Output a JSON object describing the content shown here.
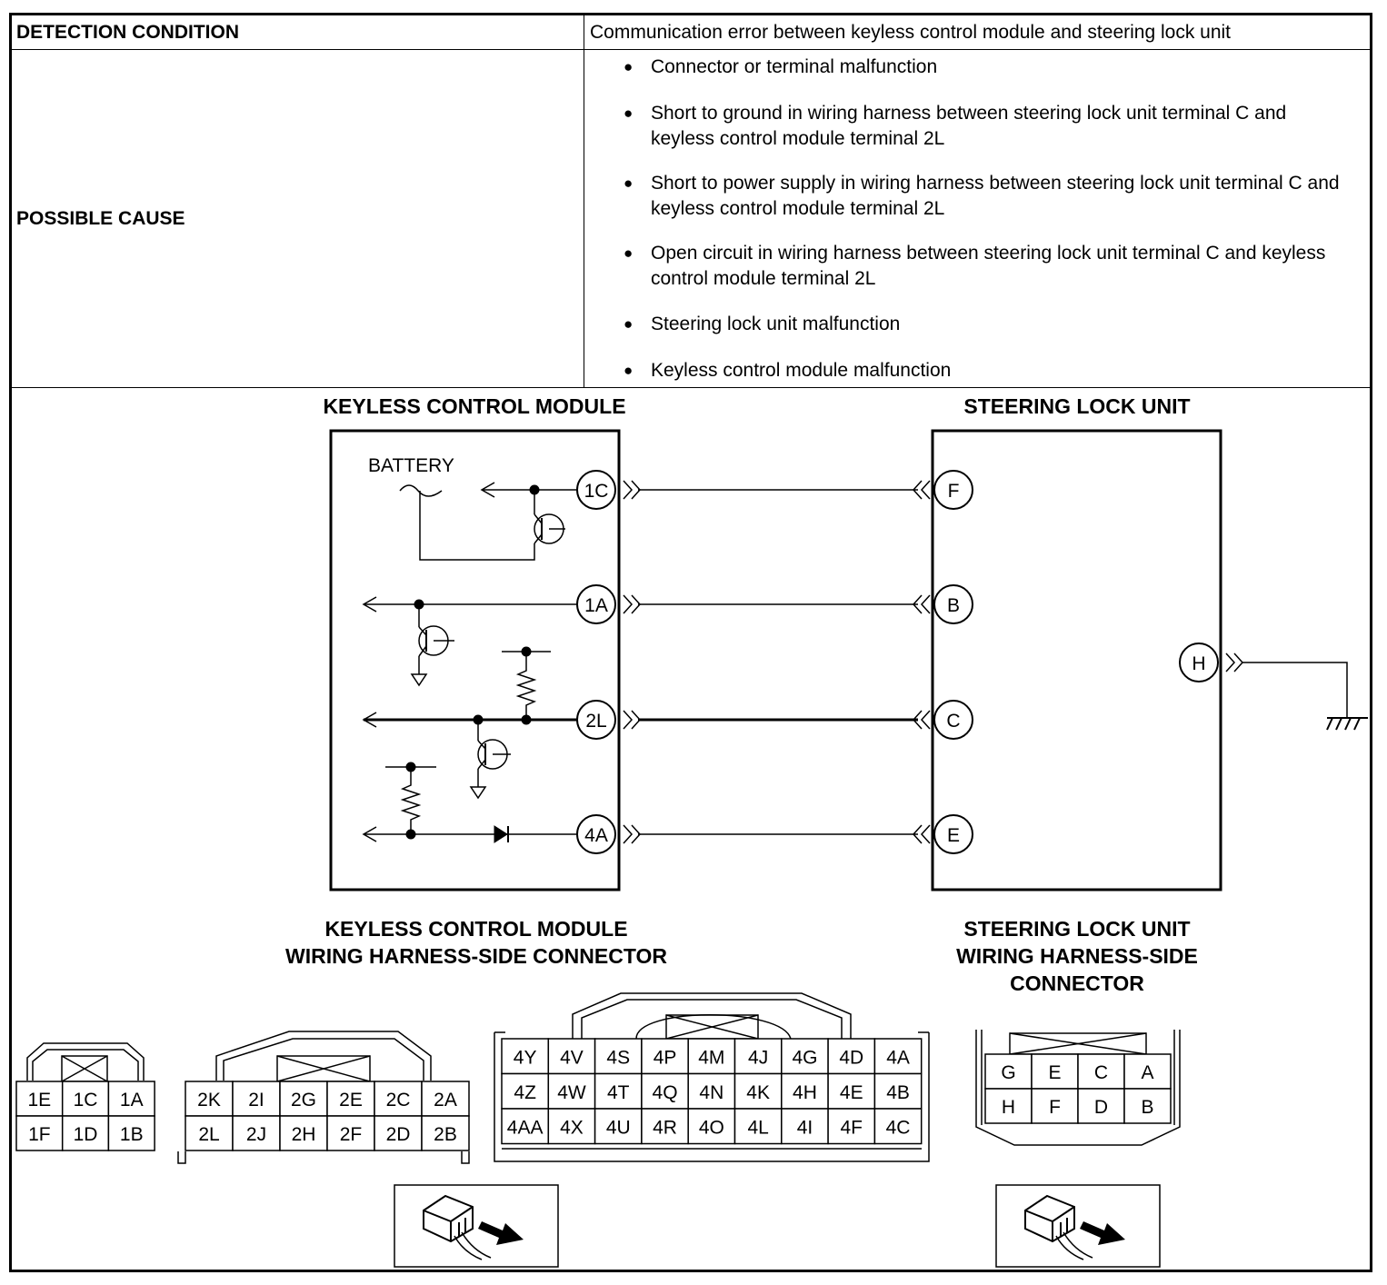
{
  "table": {
    "detection_label": "DETECTION CONDITION",
    "detection_value": "Communication error between keyless control module and steering lock unit",
    "cause_label": "POSSIBLE CAUSE",
    "causes": [
      "Connector or terminal malfunction",
      "Short to ground in wiring harness between steering lock unit terminal C and keyless control module terminal 2L",
      "Short to power supply in wiring harness between steering lock unit terminal C and keyless control module terminal 2L",
      "Open circuit in wiring harness between steering lock unit terminal C and keyless control module terminal 2L",
      "Steering lock unit malfunction",
      "Keyless control module malfunction"
    ]
  },
  "diagram": {
    "module_title": "KEYLESS CONTROL MODULE",
    "lock_title": "STEERING LOCK UNIT",
    "battery_label": "BATTERY",
    "module_pins": [
      "1C",
      "1A",
      "2L",
      "4A"
    ],
    "lock_pins": [
      "F",
      "B",
      "C",
      "E"
    ],
    "ground_pin": "H"
  },
  "connectors": {
    "module_title_line1": "KEYLESS CONTROL MODULE",
    "module_title_line2": "WIRING HARNESS-SIDE CONNECTOR",
    "lock_title_line1": "STEERING LOCK UNIT",
    "lock_title_line2": "WIRING HARNESS-SIDE",
    "lock_title_line3": "CONNECTOR",
    "conn1": [
      [
        "1E",
        "1C",
        "1A"
      ],
      [
        "1F",
        "1D",
        "1B"
      ]
    ],
    "conn2": [
      [
        "2K",
        "2I",
        "2G",
        "2E",
        "2C",
        "2A"
      ],
      [
        "2L",
        "2J",
        "2H",
        "2F",
        "2D",
        "2B"
      ]
    ],
    "conn4": [
      [
        "4Y",
        "4V",
        "4S",
        "4P",
        "4M",
        "4J",
        "4G",
        "4D",
        "4A"
      ],
      [
        "4Z",
        "4W",
        "4T",
        "4Q",
        "4N",
        "4K",
        "4H",
        "4E",
        "4B"
      ],
      [
        "4AA",
        "4X",
        "4U",
        "4R",
        "4O",
        "4L",
        "4I",
        "4F",
        "4C"
      ]
    ],
    "connLock": [
      [
        "G",
        "E",
        "C",
        "A"
      ],
      [
        "H",
        "F",
        "D",
        "B"
      ]
    ]
  }
}
